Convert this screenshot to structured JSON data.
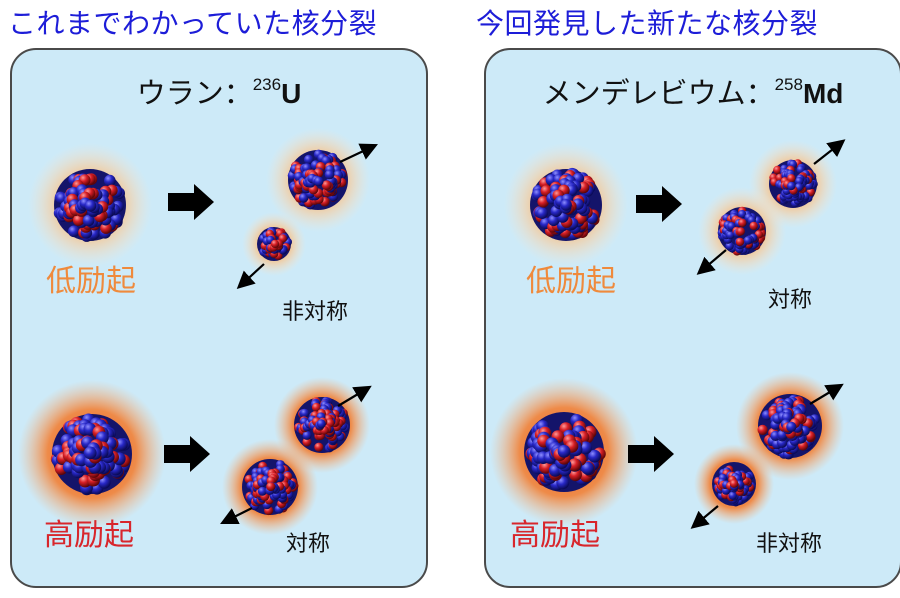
{
  "headings": {
    "left": "これまでわかっていた核分裂",
    "right": "今回発見した新たな核分裂"
  },
  "panels": {
    "left": {
      "nucleus_name": "ウラン：",
      "mass_number": "236",
      "element_symbol": "U",
      "low": {
        "label": "低励起",
        "result": "非対称"
      },
      "high": {
        "label": "高励起",
        "result": "対称"
      }
    },
    "right": {
      "nucleus_name": "メンデレビウム：",
      "mass_number": "258",
      "element_symbol": "Md",
      "low": {
        "label": "低励起",
        "result": "対称"
      },
      "high": {
        "label": "高励起",
        "result": "非対称"
      }
    }
  },
  "colors": {
    "heading": "#1d1dd8",
    "panel_bg": "#cdeaf8",
    "low_excitation": "#ef8a3c",
    "high_excitation": "#d8262c",
    "proton": "#d81f26",
    "neutron": "#2828c8",
    "arrow": "#000000"
  },
  "icons": {
    "transition": "right-arrow-icon",
    "fragment_motion": "double-arrow-icon"
  }
}
